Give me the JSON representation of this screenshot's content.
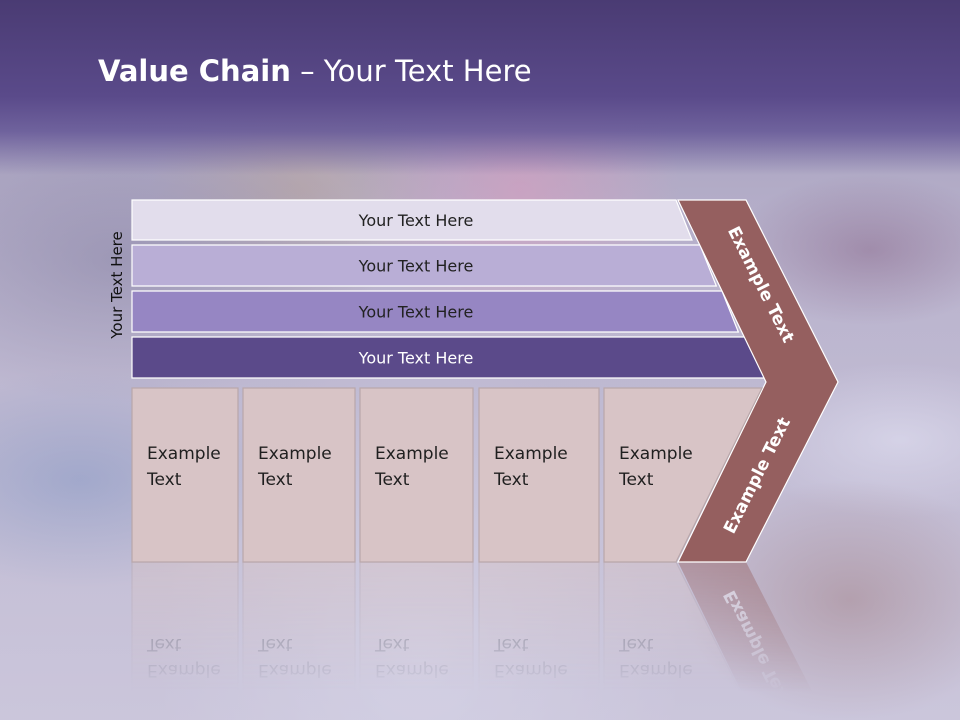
{
  "slide": {
    "title_bold": "Value Chain",
    "title_rest": " – Your Text Here",
    "vertical_label": "Your Text Here"
  },
  "bars": [
    {
      "label": "Your Text Here",
      "color": "#e2ddec"
    },
    {
      "label": "Your Text Here",
      "color": "#b9aed6"
    },
    {
      "label": "Your Text Here",
      "color": "#9686c3"
    },
    {
      "label": "Your Text Here",
      "color": "#5b4a8a"
    }
  ],
  "boxes": [
    {
      "line1": "Example",
      "line2": "Text"
    },
    {
      "line1": "Example",
      "line2": "Text"
    },
    {
      "line1": "Example",
      "line2": "Text"
    },
    {
      "line1": "Example",
      "line2": "Text"
    },
    {
      "line1": "Example",
      "line2": "Text"
    }
  ],
  "chevron": {
    "upper_label": "Example Text",
    "lower_label": "Example Text",
    "color": "#955f5f"
  },
  "colors": {
    "header": "#4f3f7d",
    "box_fill": "#d8c4c6",
    "box_border": "#b9a7aa"
  }
}
